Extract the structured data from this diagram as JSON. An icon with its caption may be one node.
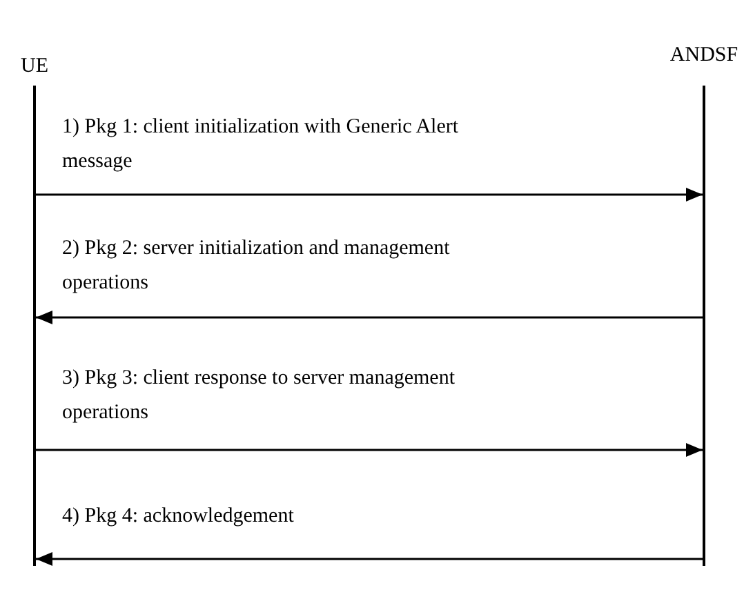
{
  "diagram": {
    "nodes": [
      {
        "text": [
          "UE"
        ]
      },
      {
        "text": [
          "ANDSF"
        ]
      }
    ],
    "edges": [
      {
        "from": 0,
        "to": 1,
        "arrow": "to",
        "label": "1) Pkg 1: client initialization with Generic Alert message"
      },
      {
        "from": 1,
        "to": 0,
        "arrow": "to",
        "label": "2) Pkg 2: server initialization and management operations"
      },
      {
        "from": 0,
        "to": 1,
        "arrow": "to",
        "label": "3) Pkg 3: client response to server management operations"
      },
      {
        "from": 1,
        "to": 0,
        "arrow": "to",
        "label": "4) Pkg 4: acknowledgement"
      }
    ]
  }
}
